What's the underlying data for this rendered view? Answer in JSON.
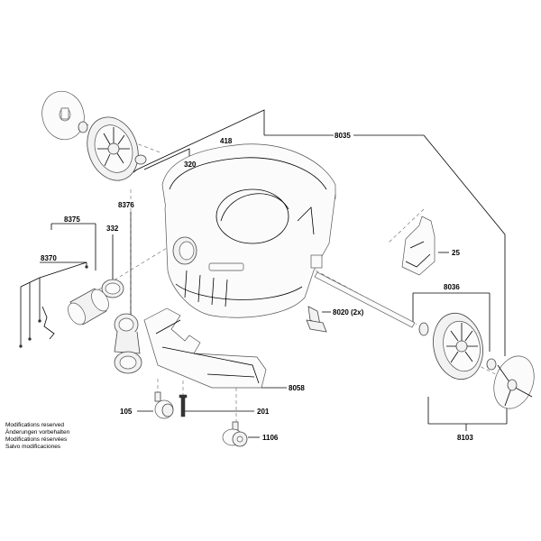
{
  "labels": {
    "p8035": "8035",
    "p418": "418",
    "p320": "320",
    "p8376": "8376",
    "p8375": "8375",
    "p332": "332",
    "p8370": "8370",
    "p25": "25",
    "p8036": "8036",
    "p8020": "8020 (2x)",
    "p8058": "8058",
    "p105": "105",
    "p201": "201",
    "p1106": "1106",
    "p8103": "8103"
  },
  "notes": [
    "Modifications reserved",
    "Änderungen vorbehalten",
    "Modifications réservées",
    "Salvo modificaciones"
  ]
}
